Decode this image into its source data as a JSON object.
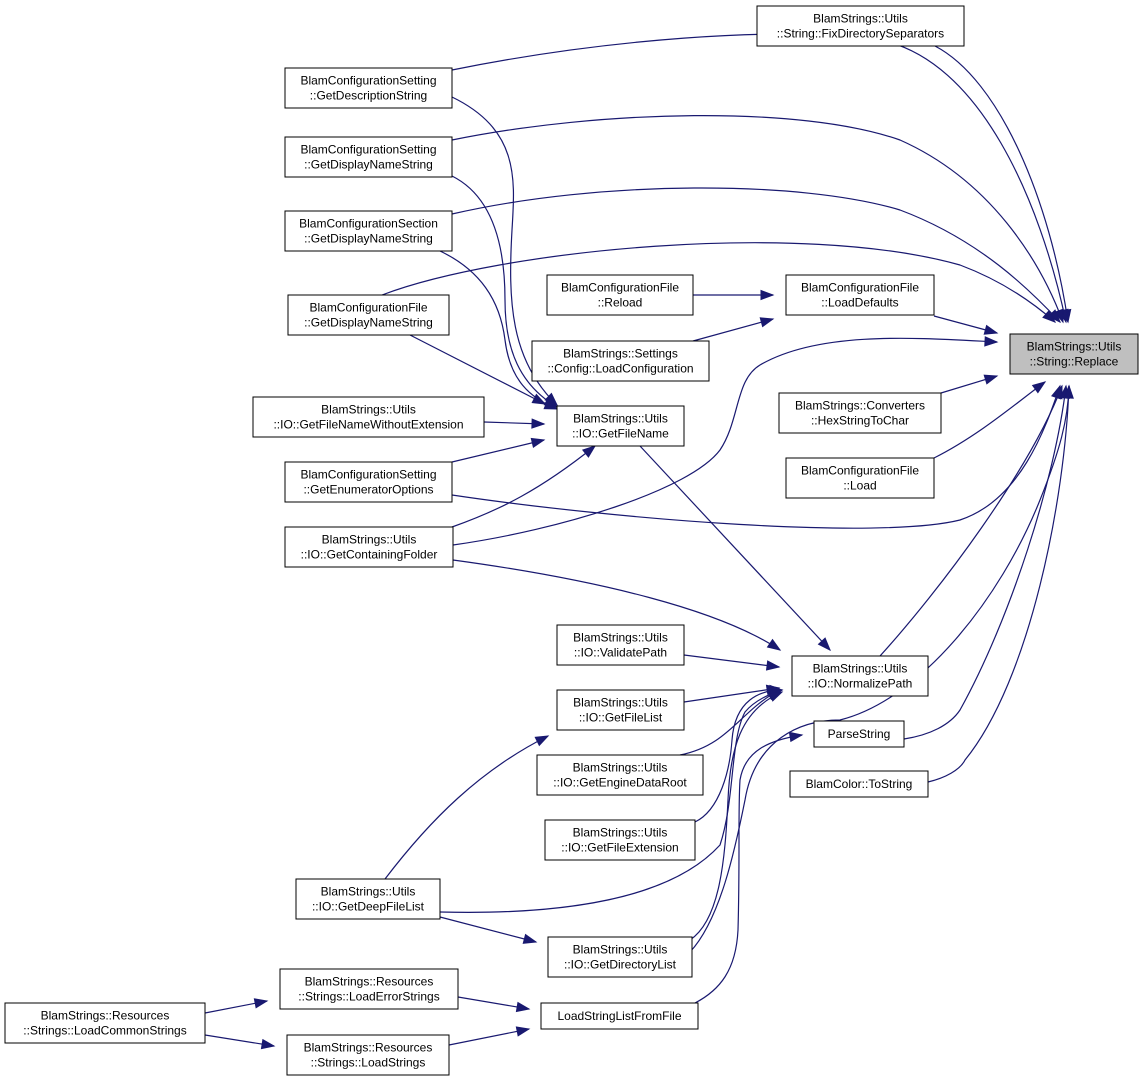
{
  "nodes": {
    "replace": {
      "lines": [
        "BlamStrings::Utils",
        "::String::Replace"
      ],
      "highlight": true
    },
    "fixdir": {
      "lines": [
        "BlamStrings::Utils",
        "::String::FixDirectorySeparators"
      ]
    },
    "setdesc": {
      "lines": [
        "BlamConfigurationSetting",
        "::GetDescriptionString"
      ]
    },
    "setdisp": {
      "lines": [
        "BlamConfigurationSetting",
        "::GetDisplayNameString"
      ]
    },
    "secdisp": {
      "lines": [
        "BlamConfigurationSection",
        "::GetDisplayNameString"
      ]
    },
    "filedisp": {
      "lines": [
        "BlamConfigurationFile",
        "::GetDisplayNameString"
      ]
    },
    "reload": {
      "lines": [
        "BlamConfigurationFile",
        "::Reload"
      ]
    },
    "loaddefaults": {
      "lines": [
        "BlamConfigurationFile",
        "::LoadDefaults"
      ]
    },
    "loadconfig": {
      "lines": [
        "BlamStrings::Settings",
        "::Config::LoadConfiguration"
      ]
    },
    "getfilename": {
      "lines": [
        "BlamStrings::Utils",
        "::IO::GetFileName"
      ]
    },
    "getfilenamewoext": {
      "lines": [
        "BlamStrings::Utils",
        "::IO::GetFileNameWithoutExtension"
      ]
    },
    "hexstring": {
      "lines": [
        "BlamStrings::Converters",
        "::HexStringToChar"
      ]
    },
    "load": {
      "lines": [
        "BlamConfigurationFile",
        "::Load"
      ]
    },
    "enumopts": {
      "lines": [
        "BlamConfigurationSetting",
        "::GetEnumeratorOptions"
      ]
    },
    "containing": {
      "lines": [
        "BlamStrings::Utils",
        "::IO::GetContainingFolder"
      ]
    },
    "validate": {
      "lines": [
        "BlamStrings::Utils",
        "::IO::ValidatePath"
      ]
    },
    "normalize": {
      "lines": [
        "BlamStrings::Utils",
        "::IO::NormalizePath"
      ]
    },
    "filelist": {
      "lines": [
        "BlamStrings::Utils",
        "::IO::GetFileList"
      ]
    },
    "parsestring": {
      "lines": [
        "ParseString"
      ]
    },
    "enginedata": {
      "lines": [
        "BlamStrings::Utils",
        "::IO::GetEngineDataRoot"
      ]
    },
    "tostring": {
      "lines": [
        "BlamColor::ToString"
      ]
    },
    "fileext": {
      "lines": [
        "BlamStrings::Utils",
        "::IO::GetFileExtension"
      ]
    },
    "deepfilelist": {
      "lines": [
        "BlamStrings::Utils",
        "::IO::GetDeepFileList"
      ]
    },
    "dirlist": {
      "lines": [
        "BlamStrings::Utils",
        "::IO::GetDirectoryList"
      ]
    },
    "loaderror": {
      "lines": [
        "BlamStrings::Resources",
        "::Strings::LoadErrorStrings"
      ]
    },
    "loadcommon": {
      "lines": [
        "BlamStrings::Resources",
        "::Strings::LoadCommonStrings"
      ]
    },
    "loadstringlist": {
      "lines": [
        "LoadStringListFromFile"
      ]
    },
    "loadstrings": {
      "lines": [
        "BlamStrings::Resources",
        "::Strings::LoadStrings"
      ]
    }
  },
  "edges": [
    {
      "from": "fixdir",
      "to": "replace"
    },
    {
      "from": "setdesc",
      "to": "replace"
    },
    {
      "from": "setdisp",
      "to": "replace"
    },
    {
      "from": "secdisp",
      "to": "replace"
    },
    {
      "from": "filedisp",
      "to": "replace"
    },
    {
      "from": "loaddefaults",
      "to": "replace"
    },
    {
      "from": "containing",
      "to": "replace"
    },
    {
      "from": "hexstring",
      "to": "replace"
    },
    {
      "from": "load",
      "to": "replace"
    },
    {
      "from": "enumopts",
      "to": "replace"
    },
    {
      "from": "normalize",
      "to": "replace"
    },
    {
      "from": "parsestring",
      "to": "replace"
    },
    {
      "from": "tostring",
      "to": "replace"
    },
    {
      "from": "dirlist",
      "to": "replace"
    },
    {
      "from": "reload",
      "to": "loaddefaults"
    },
    {
      "from": "loadconfig",
      "to": "loaddefaults"
    },
    {
      "from": "setdesc",
      "to": "getfilename"
    },
    {
      "from": "setdisp",
      "to": "getfilename"
    },
    {
      "from": "secdisp",
      "to": "getfilename"
    },
    {
      "from": "filedisp",
      "to": "getfilename"
    },
    {
      "from": "getfilenamewoext",
      "to": "getfilename"
    },
    {
      "from": "enumopts",
      "to": "getfilename"
    },
    {
      "from": "containing",
      "to": "getfilename"
    },
    {
      "from": "getfilename",
      "to": "normalize"
    },
    {
      "from": "containing",
      "to": "normalize"
    },
    {
      "from": "validate",
      "to": "normalize"
    },
    {
      "from": "filelist",
      "to": "normalize"
    },
    {
      "from": "enginedata",
      "to": "normalize"
    },
    {
      "from": "fileext",
      "to": "normalize"
    },
    {
      "from": "deepfilelist",
      "to": "normalize"
    },
    {
      "from": "dirlist",
      "to": "normalize"
    },
    {
      "from": "deepfilelist",
      "to": "filelist"
    },
    {
      "from": "deepfilelist",
      "to": "dirlist"
    },
    {
      "from": "loadstringlist",
      "to": "parsestring"
    },
    {
      "from": "loaderror",
      "to": "loadstringlist"
    },
    {
      "from": "loadstrings",
      "to": "loadstringlist"
    },
    {
      "from": "loadcommon",
      "to": "loaderror"
    },
    {
      "from": "loadcommon",
      "to": "loadstrings"
    }
  ]
}
